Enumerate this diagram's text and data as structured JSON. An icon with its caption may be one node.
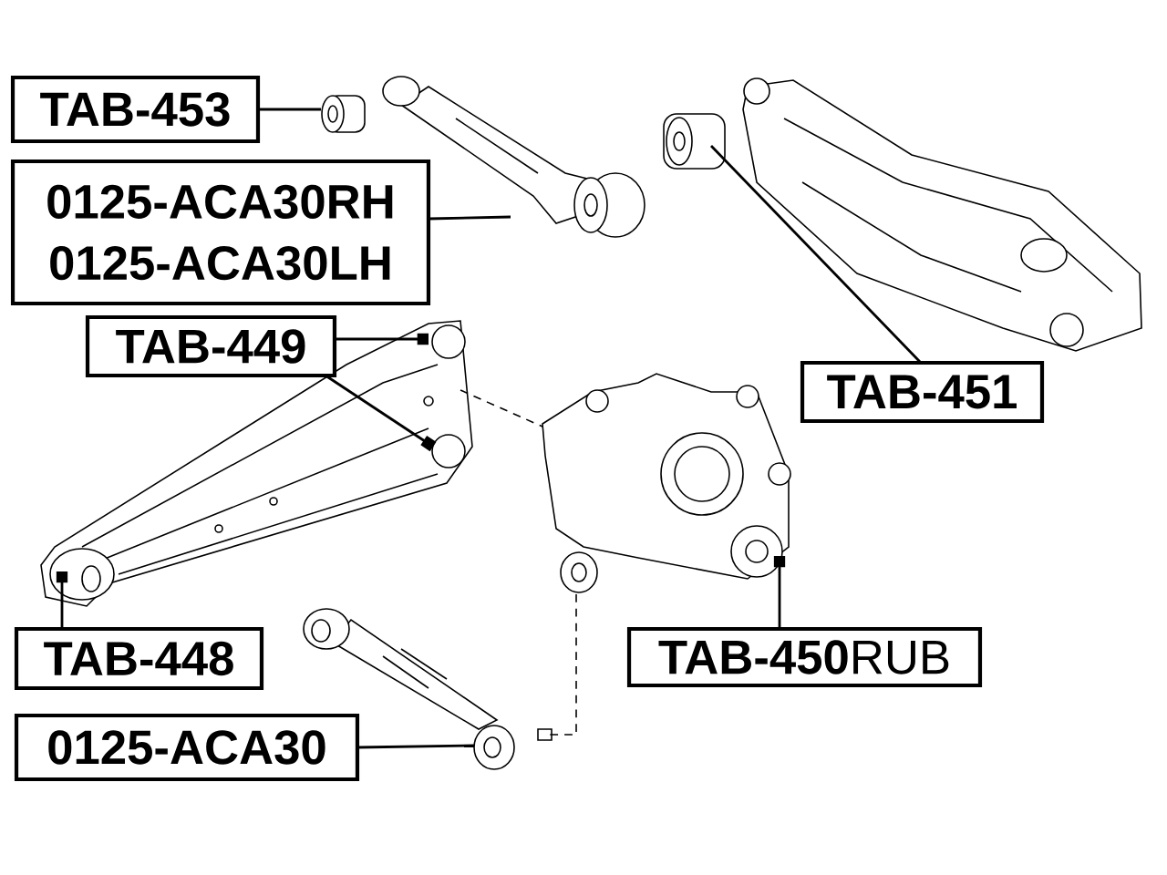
{
  "diagram": {
    "nodes": [
      {
        "text": [
          "TAB-453"
        ]
      },
      {
        "text": [
          "0125-ACA30RH",
          "0125-ACA30LH"
        ]
      },
      {
        "text": [
          "TAB-449"
        ]
      },
      {
        "text": [
          "TAB-451"
        ]
      },
      {
        "text": [
          "TAB-448"
        ]
      },
      {
        "text": [
          "**TAB-450**RUB"
        ]
      },
      {
        "text": [
          "0125-ACA30"
        ]
      },
      {
        "text": [],
        "shape": "picture"
      },
      {
        "text": [],
        "shape": "picture"
      },
      {
        "text": [],
        "shape": "picture"
      },
      {
        "text": [],
        "shape": "picture"
      },
      {
        "text": [],
        "shape": "picture"
      },
      {
        "text": [],
        "shape": "picture"
      }
    ],
    "edges": [
      {
        "from": 0,
        "to": 7,
        "arrow": "none"
      },
      {
        "from": 1,
        "to": 8,
        "arrow": "none"
      },
      {
        "from": 2,
        "to": 10,
        "arrow": "other"
      },
      {
        "from": 2,
        "to": 10,
        "arrow": "other"
      },
      {
        "from": 3,
        "to": 9,
        "arrow": "none"
      },
      {
        "from": 4,
        "to": 10,
        "arrow": "other"
      },
      {
        "from": 5,
        "to": 11,
        "arrow": "other"
      },
      {
        "from": 6,
        "to": 12,
        "arrow": "none"
      },
      {
        "from": 10,
        "to": 11,
        "arrow": "none",
        "style": "dashed"
      },
      {
        "from": 11,
        "to": 12,
        "arrow": "none",
        "style": "dashed"
      }
    ]
  }
}
